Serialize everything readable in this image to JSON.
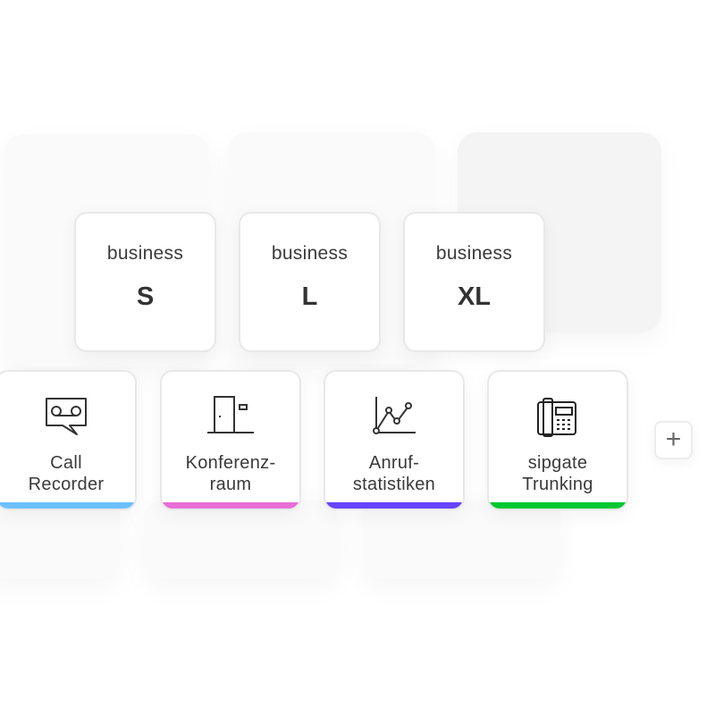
{
  "plans": [
    {
      "title": "business",
      "size": "S"
    },
    {
      "title": "business",
      "size": "L"
    },
    {
      "title": "business",
      "size": "XL"
    }
  ],
  "features": [
    {
      "line1": "Call",
      "line2": "Recorder",
      "icon": "voicemail-icon",
      "color": "#6cc0ff"
    },
    {
      "line1": "Konferenz-",
      "line2": "raum",
      "icon": "door-icon",
      "color": "#e86fd6"
    },
    {
      "line1": "Anruf-",
      "line2": "statistiken",
      "icon": "line-chart-icon",
      "color": "#6644ff"
    },
    {
      "line1": "sipgate",
      "line2": "Trunking",
      "icon": "desk-phone-icon",
      "color": "#00c832"
    }
  ],
  "add_button": "+"
}
